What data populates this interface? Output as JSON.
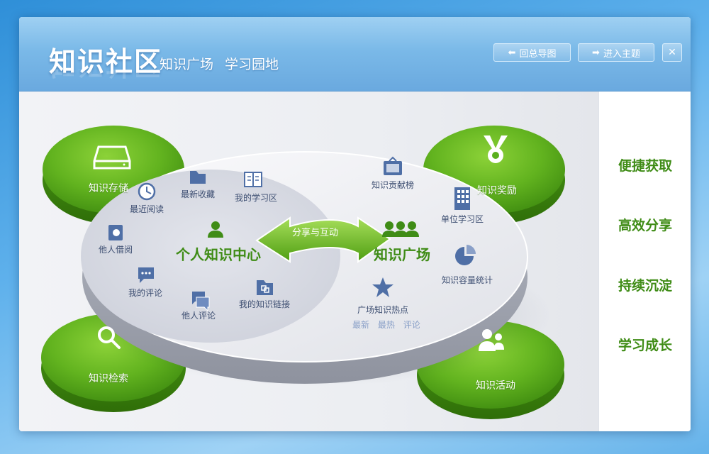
{
  "header": {
    "title": "知识社区",
    "subtitle1": "知识广场",
    "subtitle2": "学习园地",
    "back_button": "回总导图",
    "enter_button": "进入主题",
    "close_icon": "close-icon"
  },
  "green_discs": {
    "storage": "知识存储",
    "search": "知识检索",
    "reward": "知识奖励",
    "activity": "知识活动"
  },
  "personal_center": {
    "title": "个人知识中心",
    "items": {
      "recent_read": "最近阅读",
      "latest_fav": "最新收藏",
      "my_study": "我的学习区",
      "others_borrow": "他人借阅",
      "my_comment": "我的评论",
      "others_comment": "他人评论",
      "my_links": "我的知识链接"
    }
  },
  "arrow_label": "分享与互动",
  "plaza": {
    "title": "知识广场",
    "items": {
      "contribution": "知识贡献榜",
      "unit_study": "单位学习区",
      "capacity": "知识容量统计",
      "hot": "广场知识热点"
    },
    "hot_links": [
      "最新",
      "最热",
      "评论"
    ]
  },
  "right_panel": [
    "便捷获取",
    "高效分享",
    "持续沉淀",
    "学习成长"
  ],
  "colors": {
    "accent_green": "#3f8c16",
    "header_blue": "#7ab9e8",
    "icon_blue": "#4f6fa6"
  }
}
